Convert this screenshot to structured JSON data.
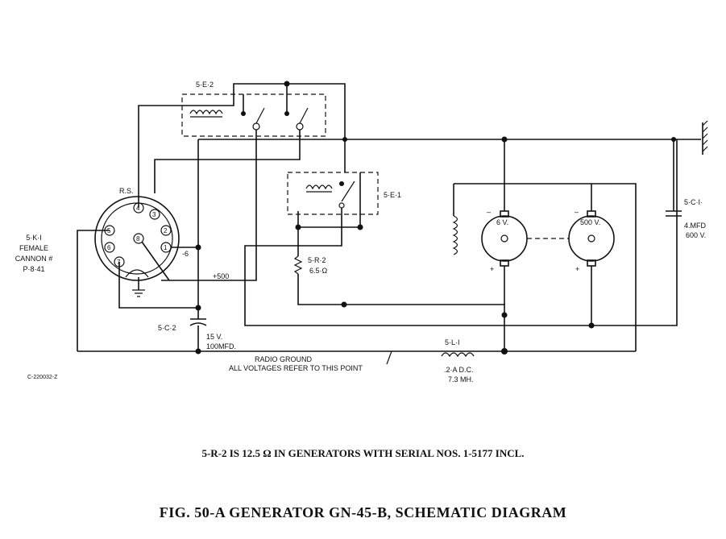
{
  "labels": {
    "relay_5e2": "5·E·2",
    "relay_5e1": "5·E·1",
    "rs": "R.S.",
    "connector_line1": "5·K·I",
    "connector_line2": "FEMALE",
    "connector_line3": "CANNON #",
    "connector_line4": "P·8·41",
    "pin_minus6": "-6",
    "plus500": "+500",
    "r2_name": "5·R·2",
    "r2_value": "6.5·Ω",
    "c2_name": "5·C·2",
    "c2_value1": "15 V.",
    "c2_value2": "100MFD.",
    "l1_name": "5·L·I",
    "l1_value1": ".2·A D.C.",
    "l1_value2": "7.3 MH.",
    "c1_name": "5·C·I·",
    "c1_value1": "4.MFD",
    "c1_value2": "600 V.",
    "motor_6v": "6 V.",
    "motor_500v": "500 V.",
    "plus": "+",
    "minus": "–",
    "radio_ground1": "RADIO GROUND",
    "radio_ground2": "ALL VOLTAGES REFER TO THIS POINT",
    "drawing_no": "C-220032-Z"
  },
  "pins": [
    "1",
    "2",
    "3",
    "4",
    "5",
    "6",
    "7",
    "8"
  ],
  "note": "5-R-2 IS 12.5 Ω IN GENERATORS WITH SERIAL NOS. 1-5177 INCL.",
  "title": "FIG. 50-A GENERATOR GN-45-B, SCHEMATIC DIAGRAM"
}
